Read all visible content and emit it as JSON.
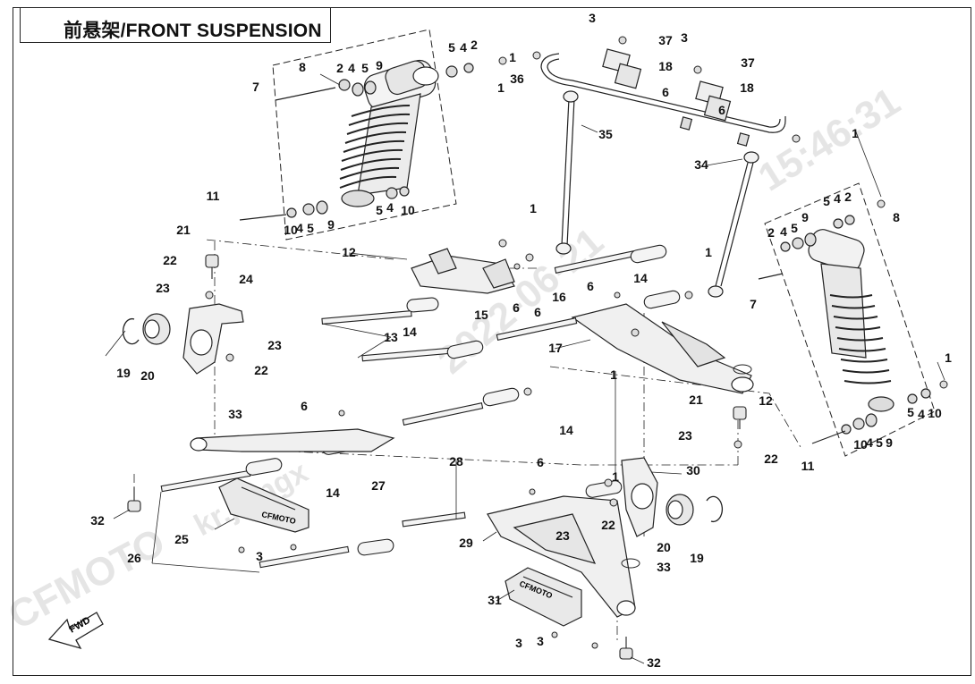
{
  "title": "前悬架/FRONT SUSPENSION",
  "watermark": {
    "text_a": "CFMOTO",
    "text_b": "kr.jiangx",
    "text_c": "2022-06-21",
    "text_d": "15:46:31"
  },
  "fwd_label": "FWD",
  "brand_mark": "CFMOTO",
  "callouts": [
    {
      "id": "c1",
      "label": "1"
    },
    {
      "id": "c2",
      "label": "1"
    },
    {
      "id": "c3",
      "label": "1"
    },
    {
      "id": "c4",
      "label": "1"
    },
    {
      "id": "c5",
      "label": "1"
    },
    {
      "id": "c6",
      "label": "1"
    },
    {
      "id": "c7",
      "label": "1"
    },
    {
      "id": "c8",
      "label": "1"
    },
    {
      "id": "c9",
      "label": "2"
    },
    {
      "id": "c10",
      "label": "2"
    },
    {
      "id": "c11",
      "label": "2"
    },
    {
      "id": "c12",
      "label": "2"
    },
    {
      "id": "c13",
      "label": "3"
    },
    {
      "id": "c14",
      "label": "3"
    },
    {
      "id": "c15",
      "label": "3"
    },
    {
      "id": "c16",
      "label": "3"
    },
    {
      "id": "c17",
      "label": "4"
    },
    {
      "id": "c18",
      "label": "4"
    },
    {
      "id": "c19",
      "label": "4"
    },
    {
      "id": "c20",
      "label": "4"
    },
    {
      "id": "c21",
      "label": "4"
    },
    {
      "id": "c22",
      "label": "4"
    },
    {
      "id": "c23",
      "label": "4"
    },
    {
      "id": "c24",
      "label": "4"
    },
    {
      "id": "c25",
      "label": "5"
    },
    {
      "id": "c26",
      "label": "5"
    },
    {
      "id": "c27",
      "label": "5"
    },
    {
      "id": "c28",
      "label": "5"
    },
    {
      "id": "c29",
      "label": "5"
    },
    {
      "id": "c30",
      "label": "5"
    },
    {
      "id": "c31",
      "label": "5"
    },
    {
      "id": "c32",
      "label": "5"
    },
    {
      "id": "c33",
      "label": "6"
    },
    {
      "id": "c34",
      "label": "6"
    },
    {
      "id": "c35",
      "label": "6"
    },
    {
      "id": "c36",
      "label": "6"
    },
    {
      "id": "c37",
      "label": "6"
    },
    {
      "id": "c38",
      "label": "6"
    },
    {
      "id": "c39",
      "label": "7"
    },
    {
      "id": "c40",
      "label": "7"
    },
    {
      "id": "c41",
      "label": "8"
    },
    {
      "id": "c42",
      "label": "8"
    },
    {
      "id": "c43",
      "label": "9"
    },
    {
      "id": "c44",
      "label": "9"
    },
    {
      "id": "c45",
      "label": "9"
    },
    {
      "id": "c46",
      "label": "9"
    },
    {
      "id": "c47",
      "label": "10"
    },
    {
      "id": "c48",
      "label": "10"
    },
    {
      "id": "c49",
      "label": "10"
    },
    {
      "id": "c50",
      "label": "10"
    },
    {
      "id": "c51",
      "label": "11"
    },
    {
      "id": "c52",
      "label": "11"
    },
    {
      "id": "c53",
      "label": "12"
    },
    {
      "id": "c54",
      "label": "12"
    },
    {
      "id": "c55",
      "label": "13"
    },
    {
      "id": "c56",
      "label": "14"
    },
    {
      "id": "c57",
      "label": "14"
    },
    {
      "id": "c58",
      "label": "14"
    },
    {
      "id": "c59",
      "label": "14"
    },
    {
      "id": "c60",
      "label": "15"
    },
    {
      "id": "c61",
      "label": "16"
    },
    {
      "id": "c62",
      "label": "17"
    },
    {
      "id": "c63",
      "label": "18"
    },
    {
      "id": "c64",
      "label": "18"
    },
    {
      "id": "c65",
      "label": "19"
    },
    {
      "id": "c66",
      "label": "19"
    },
    {
      "id": "c67",
      "label": "20"
    },
    {
      "id": "c68",
      "label": "20"
    },
    {
      "id": "c69",
      "label": "21"
    },
    {
      "id": "c70",
      "label": "21"
    },
    {
      "id": "c71",
      "label": "22"
    },
    {
      "id": "c72",
      "label": "22"
    },
    {
      "id": "c73",
      "label": "22"
    },
    {
      "id": "c74",
      "label": "22"
    },
    {
      "id": "c75",
      "label": "23"
    },
    {
      "id": "c76",
      "label": "23"
    },
    {
      "id": "c77",
      "label": "23"
    },
    {
      "id": "c78",
      "label": "23"
    },
    {
      "id": "c79",
      "label": "24"
    },
    {
      "id": "c80",
      "label": "25"
    },
    {
      "id": "c81",
      "label": "26"
    },
    {
      "id": "c82",
      "label": "27"
    },
    {
      "id": "c83",
      "label": "28"
    },
    {
      "id": "c84",
      "label": "29"
    },
    {
      "id": "c85",
      "label": "30"
    },
    {
      "id": "c86",
      "label": "31"
    },
    {
      "id": "c87",
      "label": "32"
    },
    {
      "id": "c88",
      "label": "32"
    },
    {
      "id": "c89",
      "label": "33"
    },
    {
      "id": "c90",
      "label": "33"
    },
    {
      "id": "c91",
      "label": "34"
    },
    {
      "id": "c92",
      "label": "35"
    },
    {
      "id": "c93",
      "label": "36"
    },
    {
      "id": "c94",
      "label": "37"
    },
    {
      "id": "c95",
      "label": "37"
    },
    {
      "id": "c96",
      "label": "3"
    },
    {
      "id": "c97",
      "label": "6"
    }
  ]
}
